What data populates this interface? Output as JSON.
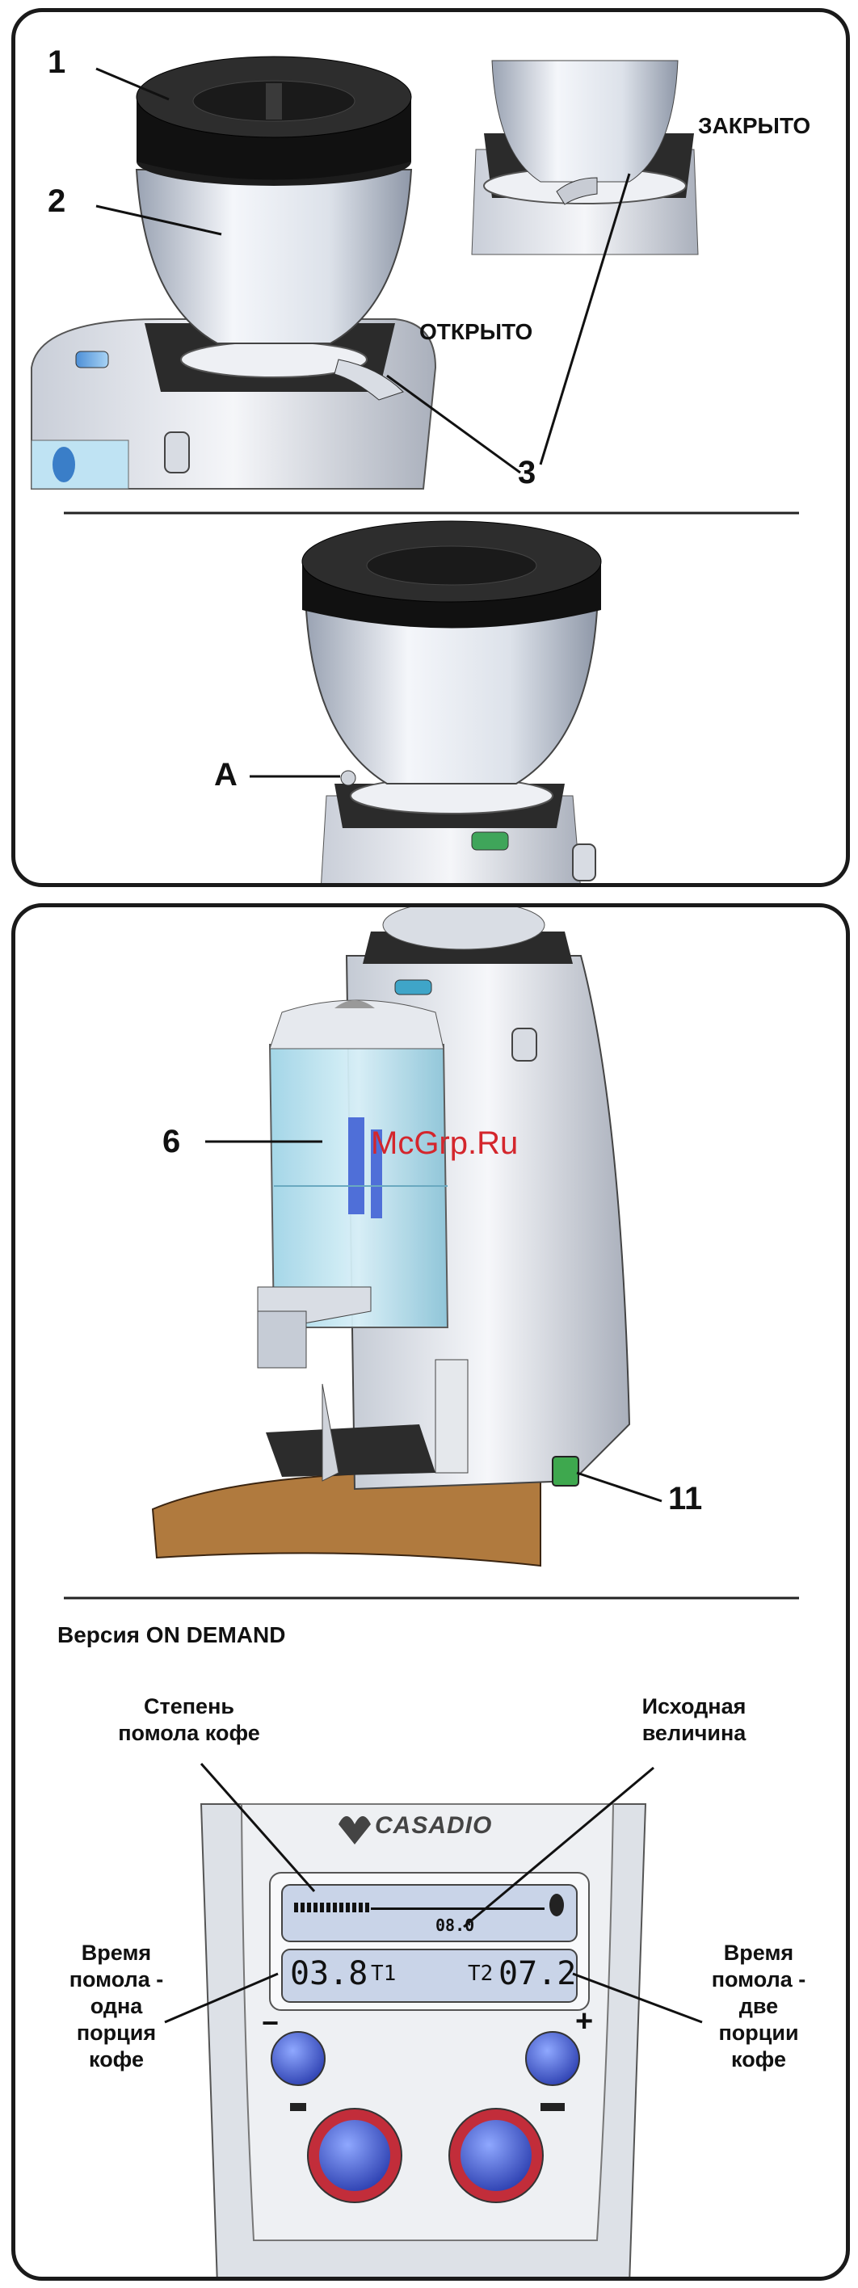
{
  "panel_top": {
    "callouts": {
      "c1": "1",
      "c2": "2",
      "c3": "3",
      "cA": "A"
    },
    "state_open": "ОТКРЫТО",
    "state_closed": "ЗАКРЫТО"
  },
  "panel_bottom": {
    "callouts": {
      "c6": "6",
      "c11": "11"
    },
    "watermark": "McGrp.Ru",
    "heading": "Версия ON DEMAND",
    "annotations": {
      "grind_degree": [
        "Степень",
        "помола кофе"
      ],
      "initial_value": [
        "Исходная",
        "величина"
      ],
      "time_one": [
        "Время",
        "помола -",
        "одна",
        "порция",
        "кофе"
      ],
      "time_two": [
        "Время",
        "помола -",
        "две",
        "порции",
        "кофе"
      ]
    },
    "display": {
      "brand": "CASADIO",
      "center_value": "08.0",
      "left_value": "03.8",
      "left_tag": "T1",
      "right_tag": "T2",
      "right_value": "07.2",
      "minus": "−",
      "plus": "+"
    }
  }
}
